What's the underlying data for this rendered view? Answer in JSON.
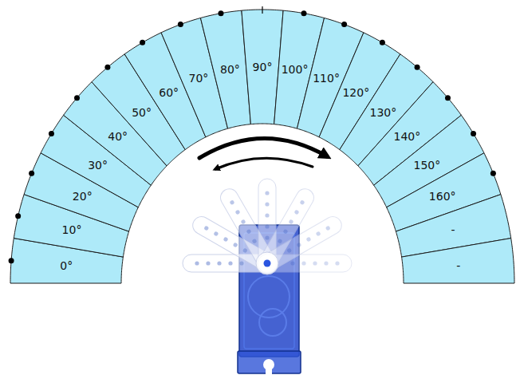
{
  "diagram": {
    "nodes": [
      {
        "text": [
          "0°"
        ]
      },
      {
        "text": [
          "10°"
        ]
      },
      {
        "text": [
          "20°"
        ]
      },
      {
        "text": [
          "30°"
        ]
      },
      {
        "text": [
          "40°"
        ]
      },
      {
        "text": [
          "50°"
        ]
      },
      {
        "text": [
          "60°"
        ]
      },
      {
        "text": [
          "70°"
        ]
      },
      {
        "text": [
          "80°"
        ]
      },
      {
        "text": [
          "90°"
        ]
      },
      {
        "text": [
          "100°"
        ]
      },
      {
        "text": [
          "110°"
        ]
      },
      {
        "text": [
          "120°"
        ]
      },
      {
        "text": [
          "130°"
        ]
      },
      {
        "text": [
          "140°"
        ]
      },
      {
        "text": [
          "150°"
        ]
      },
      {
        "text": [
          "160°"
        ]
      },
      {
        "text": [
          "-"
        ]
      },
      {
        "text": [
          "-"
        ]
      }
    ]
  }
}
